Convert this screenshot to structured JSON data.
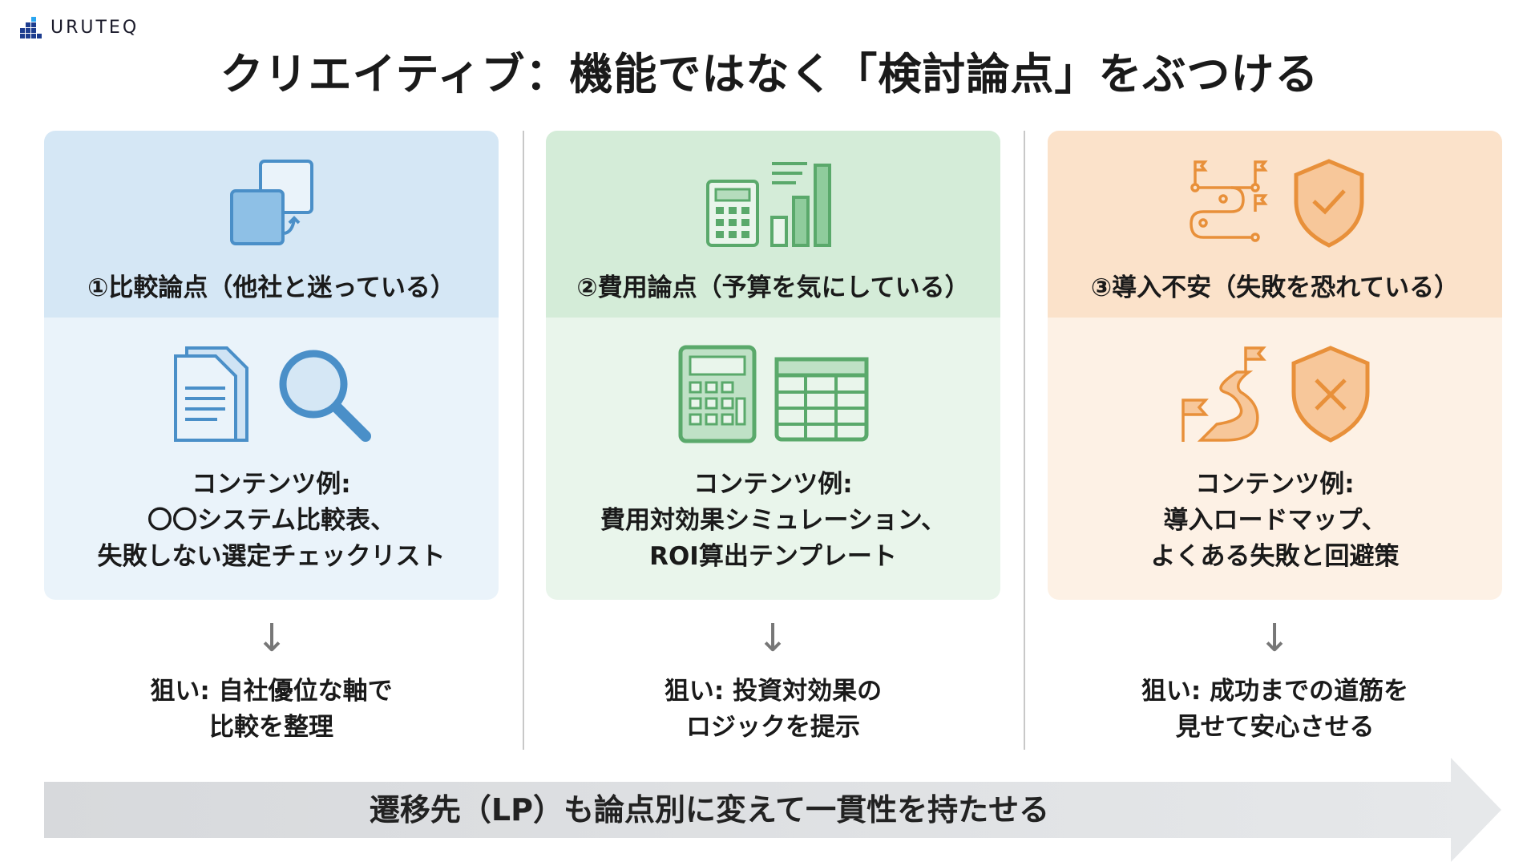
{
  "brand": {
    "name": "URUTEQ"
  },
  "title": "クリエイティブ：機能ではなく「検討論点」をぶつける",
  "colors": {
    "blue": "#4a8fc8",
    "green": "#5aa96b",
    "orange": "#e8903a"
  },
  "columns": [
    {
      "heading": "①比較論点（他社と迷っている）",
      "content_label": "コンテンツ例:",
      "content_lines": [
        "〇〇システム比較表、",
        "失敗しない選定チェックリスト"
      ],
      "aim_lines": [
        "狙い: 自社優位な軸で",
        "比較を整理"
      ],
      "icons": [
        "compare-squares-icon",
        "document-icon",
        "magnifier-icon"
      ]
    },
    {
      "heading": "②費用論点（予算を気にしている）",
      "content_label": "コンテンツ例:",
      "content_lines": [
        "費用対効果シミュレーション、",
        "ROI算出テンプレート"
      ],
      "aim_lines": [
        "狙い: 投資対効果の",
        "ロジックを提示"
      ],
      "icons": [
        "calculator-chart-icon",
        "calculator-icon",
        "spreadsheet-icon"
      ]
    },
    {
      "heading": "③導入不安（失敗を恐れている）",
      "content_label": "コンテンツ例:",
      "content_lines": [
        "導入ロードマップ、",
        "よくある失敗と回避策"
      ],
      "aim_lines": [
        "狙い: 成功までの道筋を",
        "見せて安心させる"
      ],
      "icons": [
        "roadmap-icon",
        "shield-check-icon",
        "road-flag-icon",
        "shield-x-icon"
      ]
    }
  ],
  "banner": "遷移先（LP）も論点別に変えて一貫性を持たせる"
}
